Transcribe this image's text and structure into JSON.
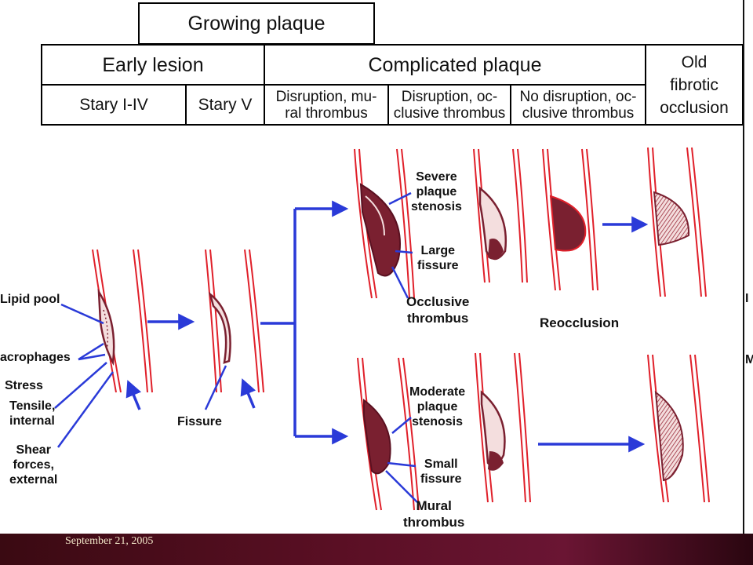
{
  "table": {
    "growing_plaque": "Growing plaque",
    "early_lesion": "Early lesion",
    "complicated_plaque": "Complicated plaque",
    "old_fibrotic": "Old\nfibrotic\nocclusion",
    "stary_i_iv": "Stary I-IV",
    "stary_v": "Stary V",
    "disruption_mural": "Disruption, mu-\nral thrombus",
    "disruption_occlusive": "Disruption, oc-\nclusive thrombus",
    "no_disruption": "No disruption, oc-\nclusive thrombus"
  },
  "labels": {
    "lipid_pool": "Lipid pool",
    "macrophages": "acrophages",
    "stress": "Stress",
    "tensile_internal": "Tensile,\ninternal",
    "shear_external": "Shear\nforces,\nexternal",
    "fissure": "Fissure",
    "severe_stenosis": "Severe\nplaque\nstenosis",
    "large_fissure": "Large\nfissure",
    "occlusive_thrombus": "Occlusive\nthrombus",
    "reocclusion": "Reocclusion",
    "moderate_stenosis": "Moderate\nplaque\nstenosis",
    "small_fissure": "Small\nfissure",
    "mural_thrombus": "Mural\nthrombus"
  },
  "edge_glyphs": {
    "upper": "I",
    "lower": "M"
  },
  "footer": {
    "date": "September 21, 2005"
  },
  "colors": {
    "vessel": "#e0202a",
    "plaque": "#7a2030",
    "arrow": "#2a3ad8",
    "footer": "#5a0f24"
  }
}
